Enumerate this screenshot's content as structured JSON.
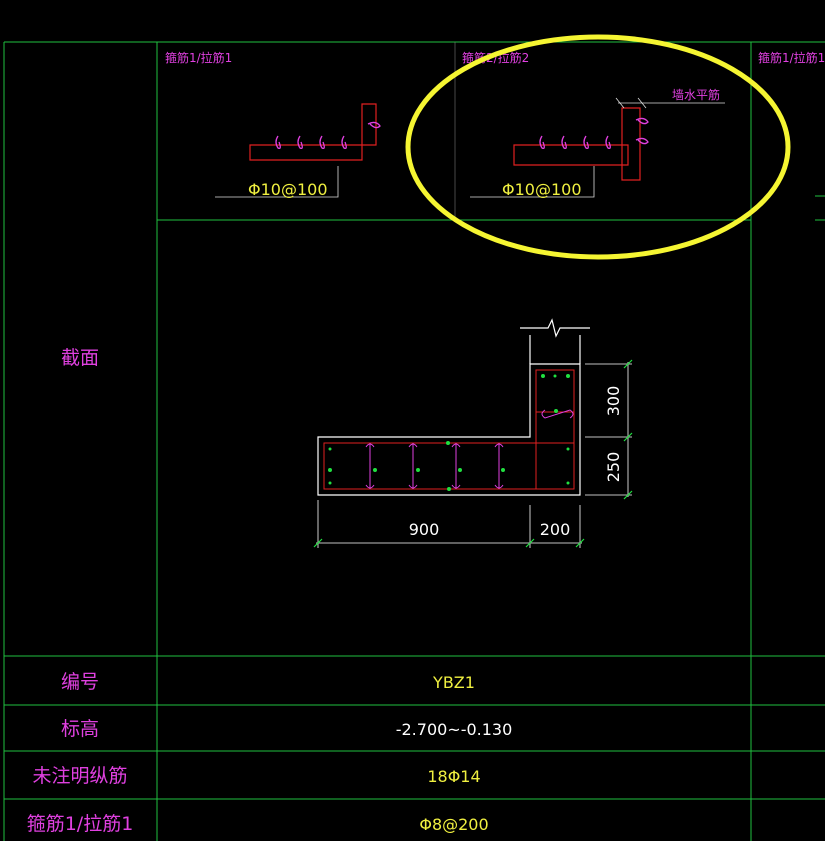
{
  "header": {
    "col1": "箍筋1/拉筋1",
    "col2": "箍筋2/拉筋2",
    "col3": "箍筋1/拉筋1"
  },
  "detail1": {
    "spacing": "Φ10@100"
  },
  "detail2": {
    "spacing": "Φ10@100",
    "note": "墙水平筋"
  },
  "section": {
    "label": "截面",
    "dims": {
      "bottom_left": "900",
      "bottom_right": "200",
      "right_top": "300",
      "right_bottom": "250"
    }
  },
  "rows": [
    {
      "label": "编号",
      "value": "YBZ1"
    },
    {
      "label": "标高",
      "value": "-2.700~-0.130"
    },
    {
      "label": "未注明纵筋",
      "value": "18Φ14"
    },
    {
      "label": "箍筋1/拉筋1",
      "value": "Φ8@200"
    }
  ],
  "colors": {
    "grid": "#20c040",
    "label": "#e040e0",
    "value": "#f0f040",
    "rebar": "#e02020",
    "highlight": "#f5f532"
  }
}
